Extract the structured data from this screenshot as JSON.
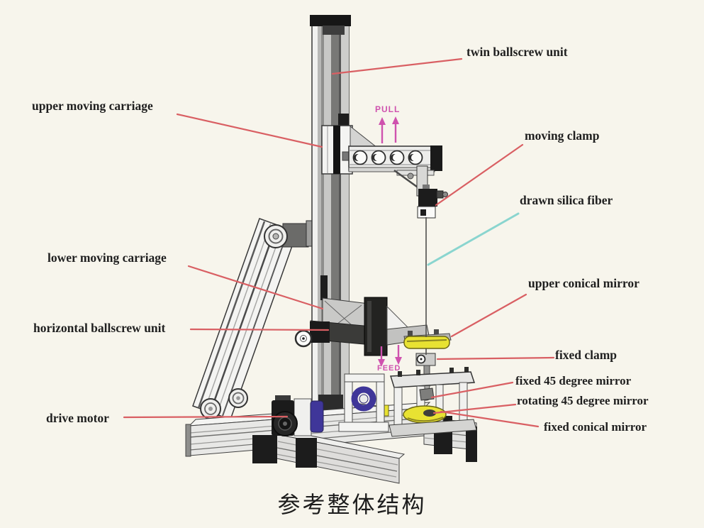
{
  "caption": "参考整体结构",
  "annotations": {
    "pull": "PULL",
    "feed": "FEED"
  },
  "labels": {
    "twin_ballscrew_unit": "twin ballscrew unit",
    "upper_moving_carriage": "upper moving carriage",
    "moving_clamp": "moving clamp",
    "drawn_silica_fiber": "drawn silica fiber",
    "upper_conical_mirror": "upper conical mirror",
    "fixed_clamp": "fixed clamp",
    "fixed_45_degree_mirror": "fixed 45 degree mirror",
    "rotating_45_degree_mirror": "rotating 45 degree mirror",
    "fixed_conical_mirror": "fixed conical mirror",
    "lower_moving_carriage": "lower moving carriage",
    "horizontal_ballscrew_unit": "horizontal ballscrew unit",
    "drive_motor": "drive motor"
  },
  "colors": {
    "background": "#f7f5ec",
    "label_text": "#1f1f1f",
    "leader_red": "#d95f63",
    "leader_cyan": "#8ad5cf",
    "magenta": "#cf52ae",
    "mirror_yellow": "#e8e232",
    "motor_blue": "#3f3699"
  }
}
